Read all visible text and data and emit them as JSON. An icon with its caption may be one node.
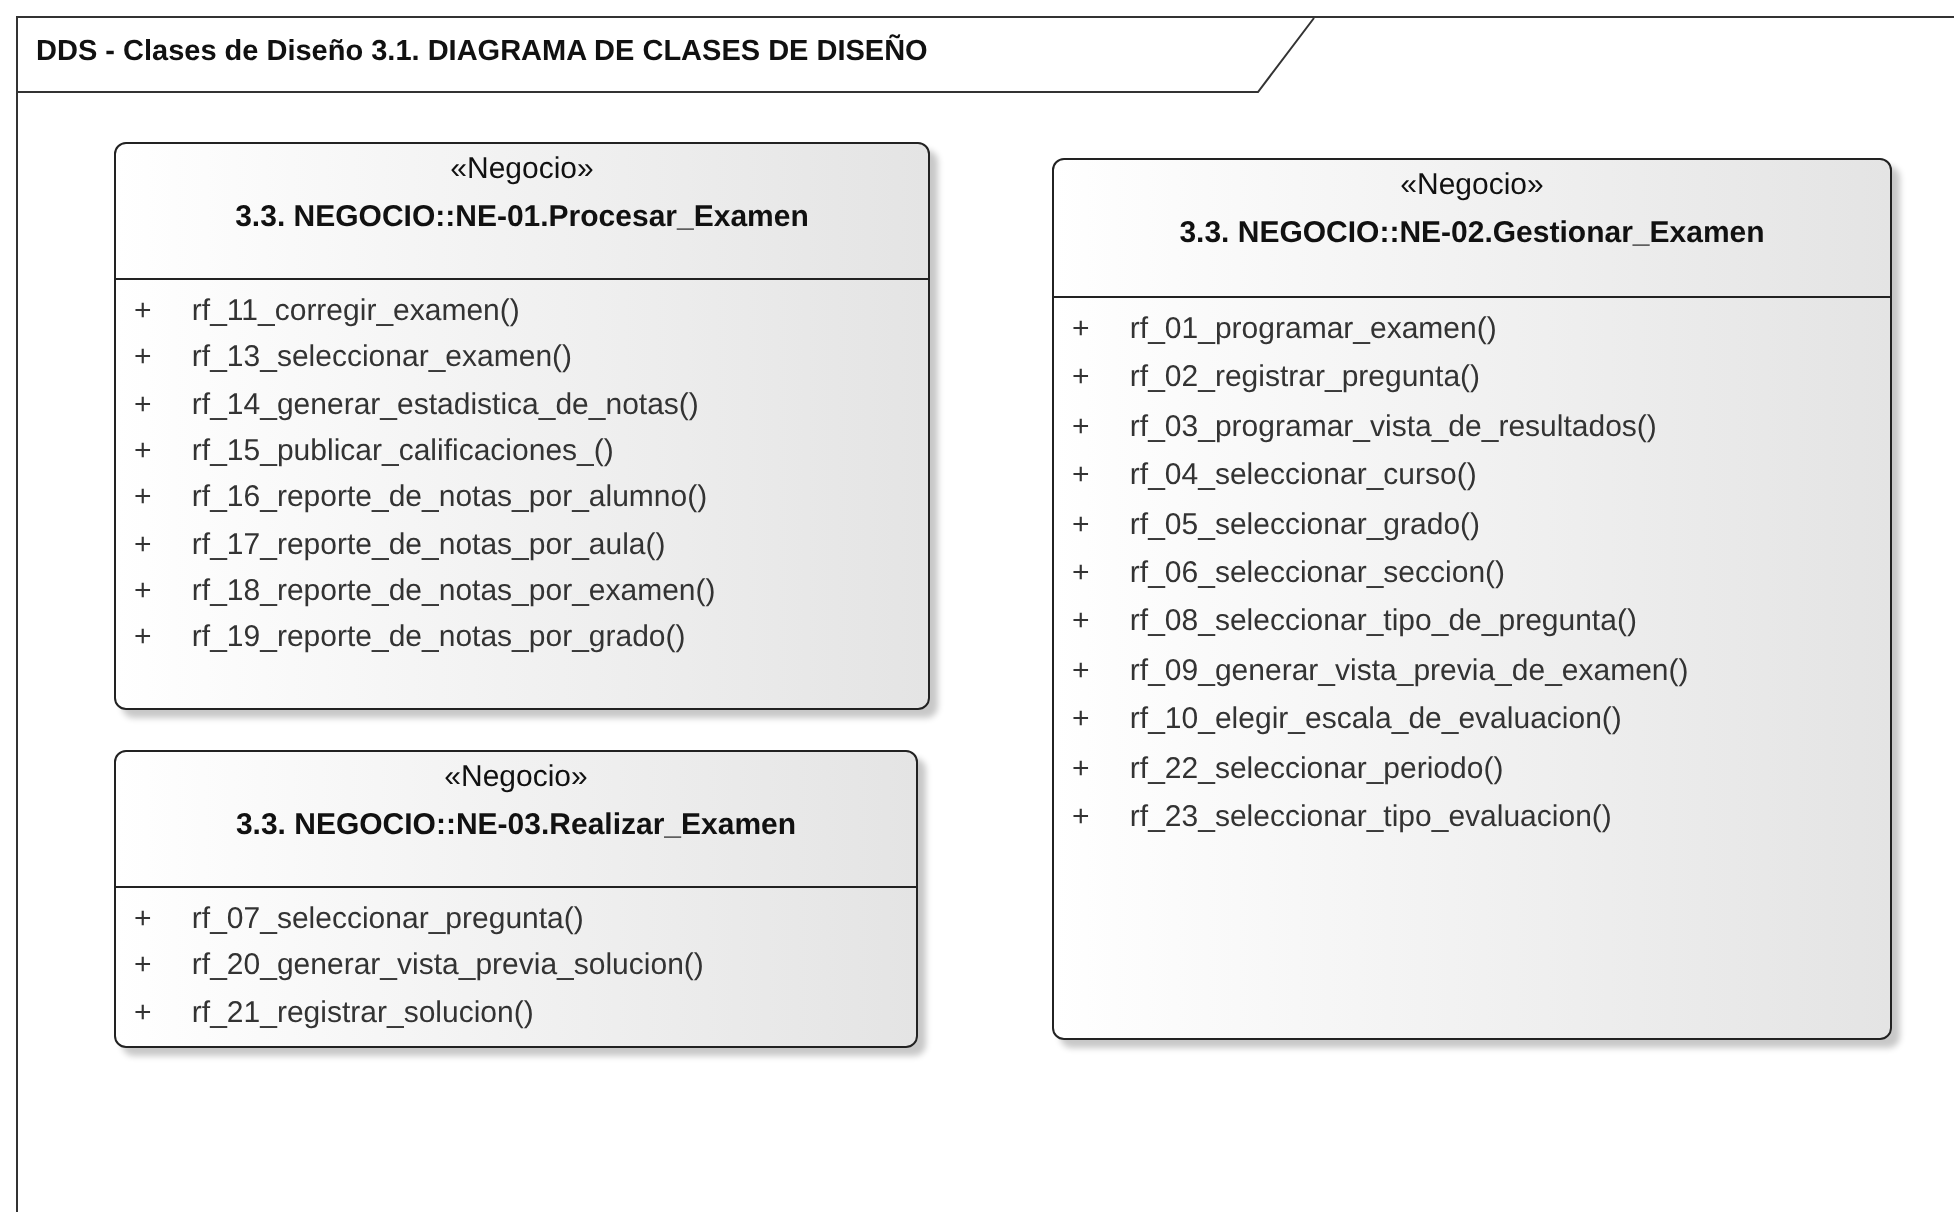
{
  "diagram": {
    "nodes": [
      {
        "text": [
          "DDS - Clases de Diseño 3.1. DIAGRAMA DE CLASES DE DISEÑO"
        ]
      },
      {
        "text": [
          "«Negocio»",
          "3.3. NEGOCIO::NE-01.Procesar_Examen",
          "+ rf_11_corregir_examen()",
          "+ rf_13_seleccionar_examen()",
          "+ rf_14_generar_estadistica_de_notas()",
          "+ rf_15_publicar_calificaciones_()",
          "+ rf_16_reporte_de_notas_por_alumno()",
          "+ rf_17_reporte_de_notas_por_aula()",
          "+ rf_18_reporte_de_notas_por_examen()",
          "+ rf_19_reporte_de_notas_por_grado()"
        ],
        "in": 0
      },
      {
        "text": [
          "«Negocio»",
          "3.3. NEGOCIO::NE-02.Gestionar_Examen",
          "+ rf_01_programar_examen()",
          "+ rf_02_registrar_pregunta()",
          "+ rf_03_programar_vista_de_resultados()",
          "+ rf_04_seleccionar_curso()",
          "+ rf_05_seleccionar_grado()",
          "+ rf_06_seleccionar_seccion()",
          "+ rf_08_seleccionar_tipo_de_pregunta()",
          "+ rf_09_generar_vista_previa_de_examen()",
          "+ rf_10_elegir_escala_de_evaluacion()",
          "+ rf_22_seleccionar_periodo()",
          "+ rf_23_seleccionar_tipo_evaluacion()"
        ],
        "in": 0
      },
      {
        "text": [
          "«Negocio»",
          "3.3. NEGOCIO::NE-03.Realizar_Examen",
          "+ rf_07_seleccionar_pregunta()",
          "+ rf_20_generar_vista_previa_solucion()",
          "+ rf_21_registrar_solucion()"
        ],
        "in": 0
      }
    ]
  }
}
